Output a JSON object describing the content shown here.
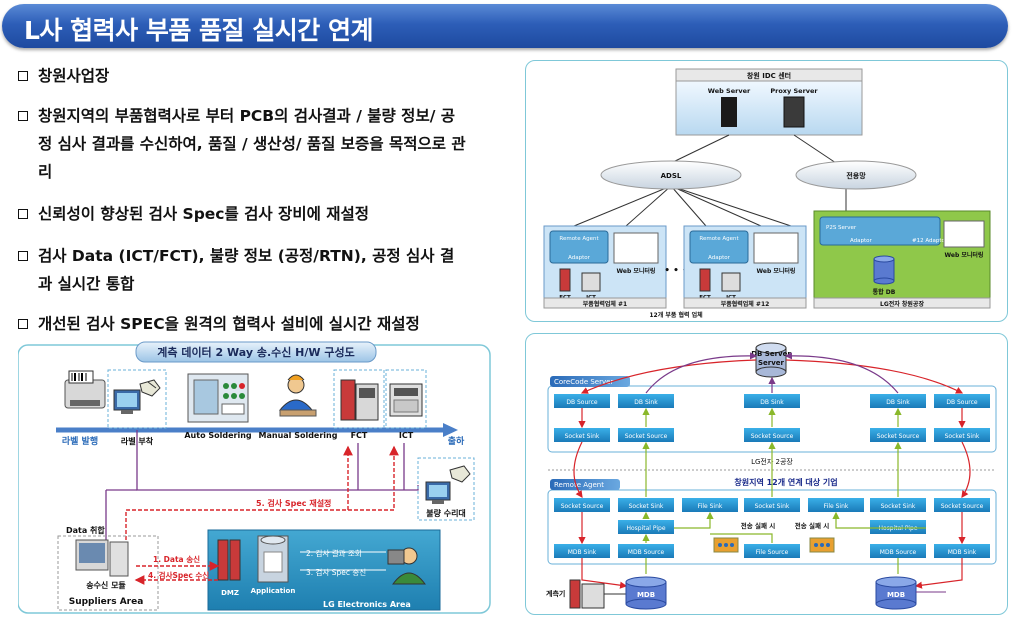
{
  "title": "L사 협력사 부품 품질 실시간 연계",
  "bullets": [
    "창원사업장",
    "창원지역의 부품협력사로 부터 PCB의 검사결과 / 불량 정보/ 공정 심사 결과를 수신하여, 품질 / 생산성/ 품질 보증을 목적으로 관리",
    "신뢰성이 향상된 검사 Spec를 검사 장비에 재설정",
    "검사 Data (ICT/FCT), 불량 정보 (공정/RTN), 공정 심사 결과 실시간 통합",
    "개선된 검사 SPEC을 원격의 협력사 설비에 실시간 재설정"
  ],
  "left_diagram": {
    "banner": "계측 데이터 2 Way 송.수신 H/W 구성도",
    "stations": [
      "라벨 발행",
      "라벨 부착",
      "Auto Soldering",
      "Manual Soldering",
      "FCT",
      "ICT",
      "출하"
    ],
    "spec_reset": "5. 검사 Spec 재설정",
    "defect_repair": "불량 수리대",
    "data_collect": "Data 취합",
    "send_receive_module": "송수신 모듈",
    "suppliers_area": "Suppliers Area",
    "data_send": "1. Data 송신",
    "spec_receive": "4. 검사Spec 수신",
    "inspect_query": "2. 검사 결과 조회",
    "spec_send": "3. 검사 Spec 송신",
    "dmz": "DMZ",
    "application": "Application",
    "lg_area": "LG Electronics Area"
  },
  "top_right": {
    "idc": "창원 IDC 센터",
    "web_server": "Web Server",
    "proxy_server": "Proxy Server",
    "adsl": "ADSL",
    "dedicated": "전용망",
    "remote_agent": "Remote Agent",
    "adaptor": "Adaptor",
    "web_monitoring": "Web 모니터링",
    "fct": "FCT",
    "ict": "ICT",
    "partner_1": "부품협력업체 #1",
    "partner_12": "부품협력업체 #12",
    "p2s_server": "P2S Server",
    "adaptor_12": "#12 Adaptor",
    "integrated_db": "통합 DB",
    "lg_factory": "LG전자 창원공장",
    "integration_12": "12개 부품 협력 업체",
    "ellipsis": "• • •"
  },
  "bottom_right": {
    "db_server": "DB Server",
    "corecode_server": "CoreCode Server",
    "db_source": "DB Source",
    "db_sink": "DB Sink",
    "socket_sink": "Socket Sink",
    "socket_source": "Socket Source",
    "lg_factory2": "LG전자 2공장",
    "remote_agent": "Remote Agent",
    "target": "창원지역 12개 연계 대상 기업",
    "file_sink": "File Sink",
    "hospital_pipe": "Hospital Pipe",
    "transfer_fail": "전송 실패 시",
    "file_source": "File Source",
    "mdb_sink": "MDB Sink",
    "mdb_source": "MDB Source",
    "gauge": "계측기",
    "mdb": "MDB"
  }
}
